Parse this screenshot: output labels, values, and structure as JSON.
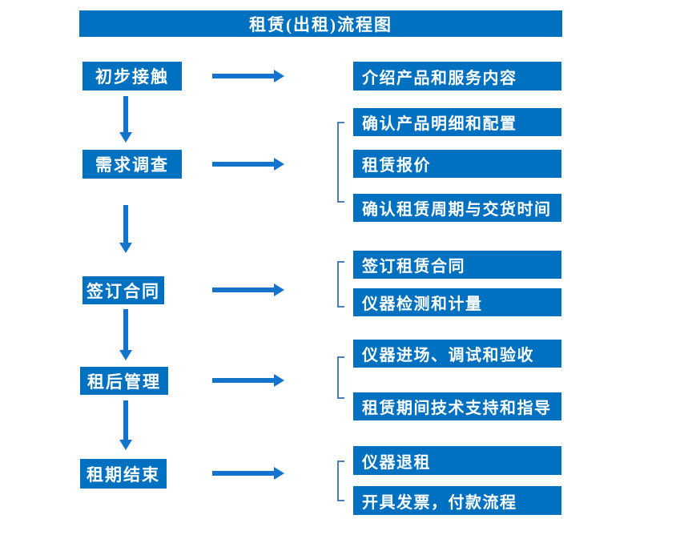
{
  "title": "租赁(出租)流程图",
  "colors": {
    "box": "#0070C0",
    "arrow": "#1473CD",
    "bracket": "#4A7EBB",
    "text": "#FFFFFF",
    "background": "#FFFFFF"
  },
  "steps": [
    {
      "label": "初步接触",
      "details": [
        "介绍产品和服务内容"
      ]
    },
    {
      "label": "需求调查",
      "details": [
        "确认产品明细和配置",
        "租赁报价",
        "确认租赁周期与交货时间"
      ]
    },
    {
      "label": "签订合同",
      "details": [
        "签订租赁合同",
        "仪器检测和计量"
      ]
    },
    {
      "label": "租后管理",
      "details": [
        "仪器进场、调试和验收",
        "租赁期间技术支持和指导"
      ]
    },
    {
      "label": "租期结束",
      "details": [
        "仪器退租",
        "开具发票，付款流程"
      ]
    }
  ]
}
